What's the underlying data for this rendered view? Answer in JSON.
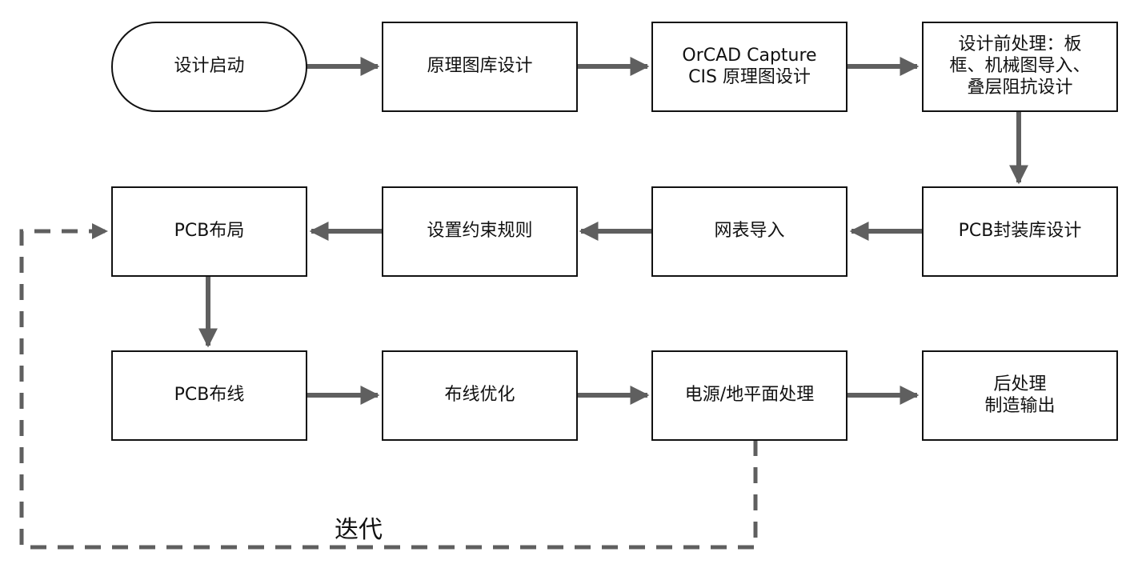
{
  "diagram": {
    "nodes": [
      {
        "id": "start",
        "label": "设计启动",
        "shape": "terminal"
      },
      {
        "id": "schlib",
        "label": "原理图库设计"
      },
      {
        "id": "capture",
        "label": "OrCAD Capture\nCIS 原理图设计"
      },
      {
        "id": "predesign",
        "label": "设计前处理：板\n框、机械图导入、\n叠层阻抗设计"
      },
      {
        "id": "pkglib",
        "label": "PCB封装库设计"
      },
      {
        "id": "netlist",
        "label": "网表导入"
      },
      {
        "id": "constraints",
        "label": "设置约束规则"
      },
      {
        "id": "placement",
        "label": "PCB布局"
      },
      {
        "id": "routing",
        "label": "PCB布线"
      },
      {
        "id": "optimize",
        "label": "布线优化"
      },
      {
        "id": "power",
        "label": "电源/地平面处理"
      },
      {
        "id": "postproc",
        "label": "后处理\n制造输出"
      }
    ],
    "edges": [
      {
        "from": "start",
        "to": "schlib",
        "style": "solid"
      },
      {
        "from": "schlib",
        "to": "capture",
        "style": "solid"
      },
      {
        "from": "capture",
        "to": "predesign",
        "style": "solid"
      },
      {
        "from": "predesign",
        "to": "pkglib",
        "style": "solid"
      },
      {
        "from": "pkglib",
        "to": "netlist",
        "style": "solid"
      },
      {
        "from": "netlist",
        "to": "constraints",
        "style": "solid"
      },
      {
        "from": "constraints",
        "to": "placement",
        "style": "solid"
      },
      {
        "from": "placement",
        "to": "routing",
        "style": "solid"
      },
      {
        "from": "routing",
        "to": "optimize",
        "style": "solid"
      },
      {
        "from": "optimize",
        "to": "power",
        "style": "solid"
      },
      {
        "from": "power",
        "to": "postproc",
        "style": "solid"
      },
      {
        "from": "power",
        "to": "placement",
        "style": "dashed",
        "label": "迭代"
      }
    ],
    "colors": {
      "arrow": "#5f5f5f",
      "border": "#111111",
      "text": "#111111"
    }
  }
}
